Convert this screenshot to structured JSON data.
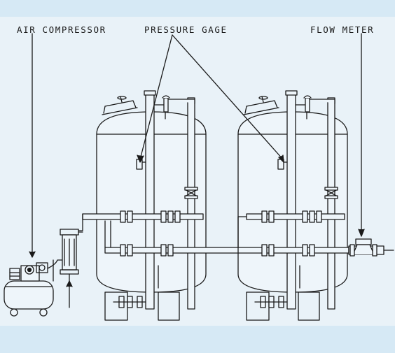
{
  "labels": {
    "air_compressor": "AIR COMPRESSOR",
    "pressure_gage": "PRESSURE GAGE",
    "flow_meter": "FLOW METER"
  },
  "colors": {
    "background": "#d6e9f5",
    "paper": "#e9f2f8",
    "line": "#1a1a1a"
  }
}
